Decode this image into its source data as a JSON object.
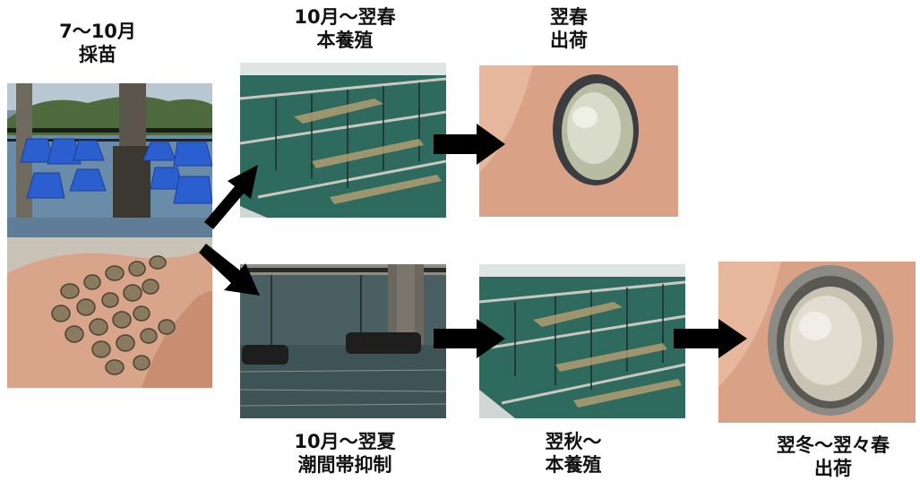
{
  "stages": {
    "seed": {
      "line1": "7〜10月",
      "line2": "採苗"
    },
    "main_culture_a": {
      "line1": "10月〜翌春",
      "line2": "本養殖"
    },
    "shipping_a": {
      "line1": "翌春",
      "line2": "出荷"
    },
    "intertidal": {
      "line1": "10月〜翌夏",
      "line2": "潮間帯抑制"
    },
    "main_culture_b": {
      "line1": "翌秋〜",
      "line2": "本養殖"
    },
    "shipping_b": {
      "line1": "翌冬〜翌々春",
      "line2": "出荷"
    }
  },
  "colors": {
    "arrow": "#000000",
    "water": "#2f6a5e",
    "net": "#2b5fd0"
  }
}
